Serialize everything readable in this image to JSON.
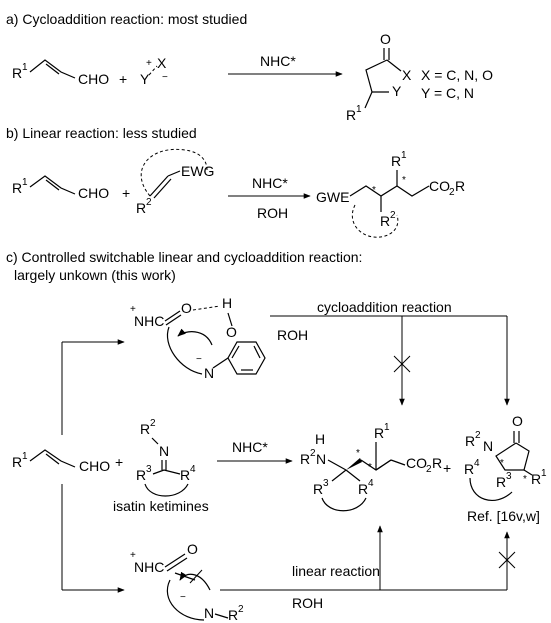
{
  "section_a": {
    "title": "a) Cycloaddition reaction: most studied",
    "reactant1_r": "R",
    "reactant1_sup": "1",
    "reactant1_cho": "CHO",
    "plus": "+",
    "dipole_x": "X",
    "dipole_y": "Y",
    "dipole_marks": "+/−",
    "catalyst": "NHC*",
    "product_o": "O",
    "product_x": "X",
    "product_y": "Y",
    "product_r": "R",
    "product_sup": "1",
    "legend_x": "X = C, N, O",
    "legend_y": "Y = C, N"
  },
  "section_b": {
    "title": "b) Linear reaction: less studied",
    "reactant1_r": "R",
    "reactant1_sup": "1",
    "reactant1_cho": "CHO",
    "plus": "+",
    "ewg": "EWG",
    "r2": "R",
    "r2_sup": "2",
    "catalyst": "NHC*",
    "solvent": "ROH",
    "prod_gwe": "GWE",
    "prod_r1": "R",
    "prod_r1_sup": "1",
    "prod_r2": "R",
    "prod_r2_sup": "2",
    "prod_co2r": "CO",
    "prod_co2r_sub": "2",
    "prod_co2r_end": "R",
    "stereo": "*"
  },
  "section_c": {
    "title_line1": "c) Controlled switchable linear and cycloaddition reaction:",
    "title_line2": "largely unkown (this work)",
    "top_nhc": "NHC",
    "top_plus": "+",
    "top_o": "O",
    "top_h": "H",
    "top_o2": "O",
    "top_n": "N",
    "top_minus": "−",
    "cyclo_label": "cycloaddition reaction",
    "roh_top": "ROH",
    "reactant_r": "R",
    "reactant_sup": "1",
    "reactant_cho": "CHO",
    "plus": "+",
    "imine_r2": "R",
    "imine_r2_sup": "2",
    "imine_n": "N",
    "imine_r3": "R",
    "imine_r3_sup": "3",
    "imine_r4": "R",
    "imine_r4_sup": "4",
    "isatin_label": "isatin ketimines",
    "catalyst": "NHC*",
    "lp_h": "H",
    "lp_r2": "R",
    "lp_r2_sup": "2",
    "lp_n": "N",
    "lp_r1": "R",
    "lp_r1_sup": "1",
    "lp_co2r": "CO",
    "lp_co2r_sub": "2",
    "lp_co2r_end": "R",
    "lp_r3": "R",
    "lp_r3_sup": "3",
    "lp_r4": "R",
    "lp_r4_sup": "4",
    "plus2": "+",
    "cp_o": "O",
    "cp_r2": "R",
    "cp_r2_sup": "2",
    "cp_n": "N",
    "cp_r4": "R",
    "cp_r4_sup": "4",
    "cp_r3": "R",
    "cp_r3_sup": "3",
    "cp_r1": "R",
    "cp_r1_sup": "1",
    "ref": "Ref. [16v,w]",
    "bot_nhc": "NHC",
    "bot_plus": "+",
    "bot_o": "O",
    "bot_minus": "−",
    "bot_n": "N",
    "bot_r2": "R",
    "bot_r2_sup": "2",
    "linear_label": "linear reaction",
    "roh_bottom": "ROH",
    "stereo": "*"
  }
}
